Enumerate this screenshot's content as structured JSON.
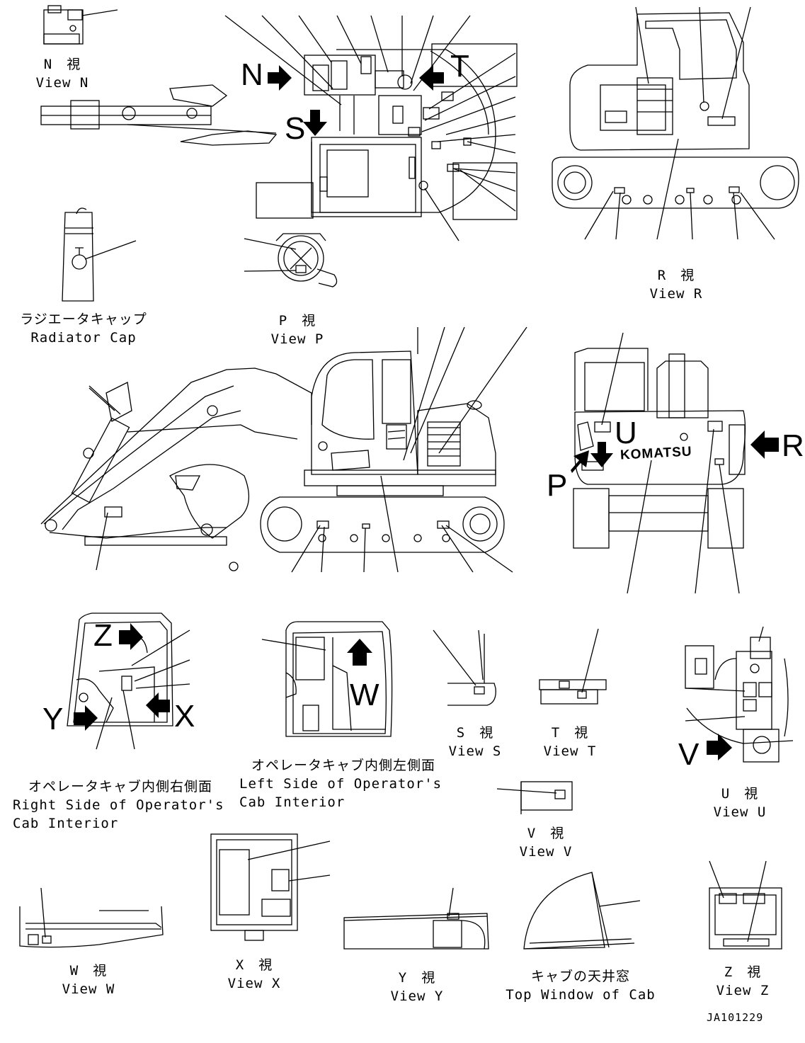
{
  "drawing_code": "JA101229",
  "brand_mark": "KOMATSU",
  "views": {
    "n": {
      "ja": "N　視",
      "en": "View N"
    },
    "r": {
      "ja": "R　視",
      "en": "View R"
    },
    "radiator": {
      "ja": "ラジエータキャップ",
      "en": "Radiator Cap"
    },
    "p": {
      "ja": "P　視",
      "en": "View P"
    },
    "cab_right": {
      "ja": "オペレータキャブ内側右側面",
      "en1": "Right Side of Operator's",
      "en2": "Cab Interior"
    },
    "cab_left": {
      "ja": "オペレータキャブ内側左側面",
      "en1": "Left Side of Operator's",
      "en2": "Cab Interior"
    },
    "s": {
      "ja": "S　視",
      "en": "View S"
    },
    "t": {
      "ja": "T　視",
      "en": "View T"
    },
    "u": {
      "ja": "U　視",
      "en": "View U"
    },
    "v": {
      "ja": "V　視",
      "en": "View V"
    },
    "w": {
      "ja": "W　視",
      "en": "View W"
    },
    "x": {
      "ja": "X　視",
      "en": "View X"
    },
    "y": {
      "ja": "Y　視",
      "en": "View Y"
    },
    "top_window": {
      "ja": "キャブの天井窓",
      "en": "Top Window of Cab"
    },
    "z": {
      "ja": "Z　視",
      "en": "View Z"
    }
  },
  "view_letters": {
    "n": "N",
    "s": "S",
    "t": "T",
    "u": "U",
    "p": "P",
    "r": "R",
    "w": "W",
    "x": "X",
    "y": "Y",
    "z": "Z",
    "v": "V"
  },
  "icons": [
    "view-arrow-icon",
    "leader-line-icon",
    "decal-marker-icon"
  ]
}
